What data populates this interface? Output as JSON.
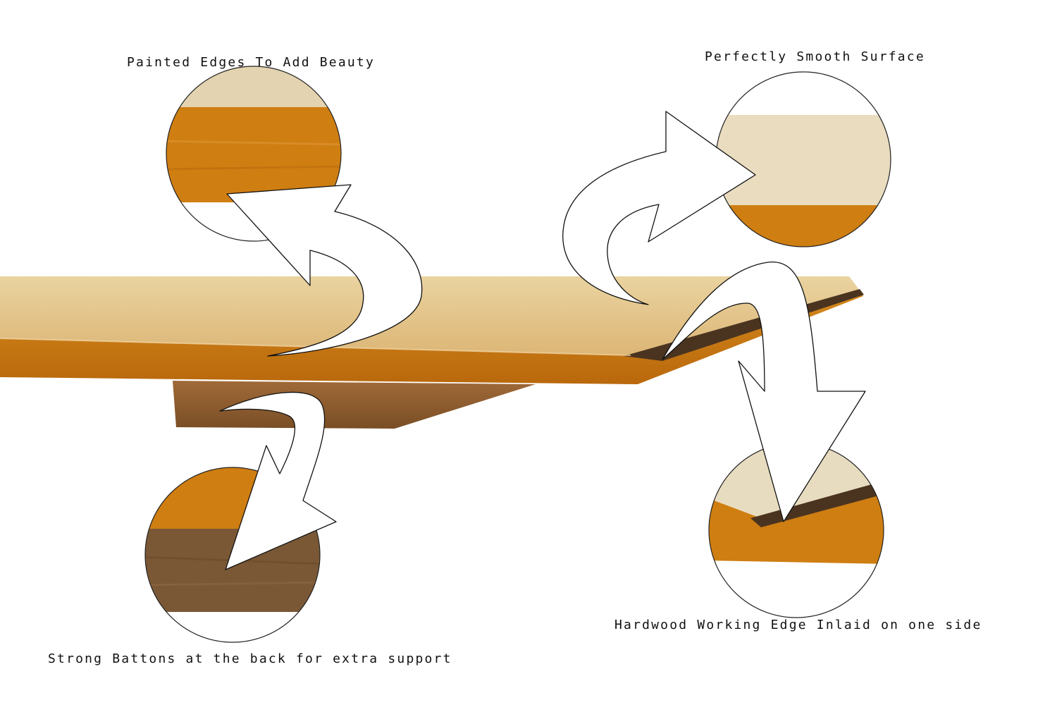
{
  "captions": {
    "painted_edges": "Painted Edges To Add Beauty",
    "smooth_surface": "Perfectly Smooth Surface",
    "battons": "Strong Battons at the back for extra support",
    "hardwood_edge": "Hardwood Working Edge Inlaid on one side"
  },
  "colors": {
    "board_top": "#e6c890",
    "board_edge": "#c8780f",
    "batten": "#8a5a2e",
    "background": "#ffffff",
    "outline": "#111111"
  },
  "icons": {
    "callout_arrows": "curved-arrow-icon"
  }
}
